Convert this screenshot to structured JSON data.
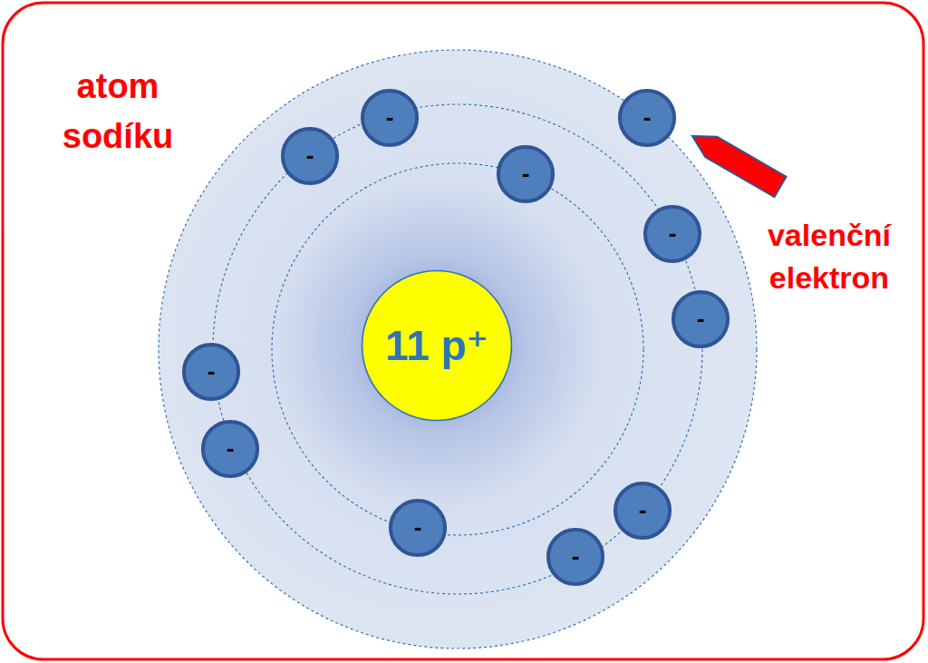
{
  "diagram": {
    "title": "atom sodíku",
    "nodes": [
      {
        "text": [
          "11 p⁺"
        ]
      },
      {
        "text": [
          "-"
        ]
      },
      {
        "text": [
          "-"
        ]
      },
      {
        "text": [
          "-"
        ]
      },
      {
        "text": [
          "-"
        ]
      },
      {
        "text": [
          "-"
        ]
      },
      {
        "text": [
          "-"
        ]
      },
      {
        "text": [
          "-"
        ]
      },
      {
        "text": [
          "-"
        ]
      },
      {
        "text": [
          "-"
        ]
      },
      {
        "text": [
          "-"
        ]
      },
      {
        "text": [
          "-"
        ]
      }
    ],
    "labels": [
      "valenční elektron"
    ]
  }
}
